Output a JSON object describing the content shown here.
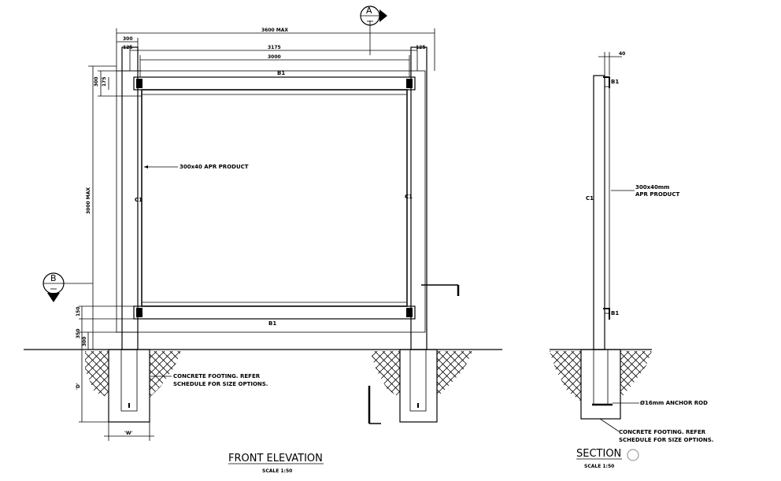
{
  "front_elevation": {
    "title": "FRONT ELEVATION",
    "scale": "SCALE 1:50",
    "dim_overall_width": "3600 MAX",
    "dim_post_centres": "3175",
    "dim_panel_width": "3000",
    "dim_post_width": "300",
    "dim_left_offset": "125",
    "dim_right_offset": "125",
    "dim_overall_height": "3000 MAX",
    "dim_top_1": "300",
    "dim_top_2": "175",
    "dim_bottom_1": "150",
    "dim_bottom_2": "350",
    "dim_bottom_3": "300",
    "dim_footing_depth": "'D'",
    "dim_footing_width": "'W'",
    "beam_label_top": "B1",
    "beam_label_bottom": "B1",
    "column_label_left": "C1",
    "column_label_right": "C1",
    "panel_note": "300x40 APR PRODUCT",
    "footing_note_line1": "CONCRETE FOOTING. REFER",
    "footing_note_line2": "SCHEDULE FOR SIZE OPTIONS.",
    "section_marker_a": "A",
    "section_marker_b": "B"
  },
  "section": {
    "title": "SECTION",
    "scale": "SCALE 1:50",
    "dim_thickness": "40",
    "beam_label_top": "B1",
    "beam_label_bottom": "B1",
    "column_label": "C1",
    "panel_note_line1": "300x40mm",
    "panel_note_line2": "APR PRODUCT",
    "anchor_note": "Ø16mm ANCHOR ROD",
    "footing_note_line1": "CONCRETE FOOTING. REFER",
    "footing_note_line2": "SCHEDULE FOR SIZE OPTIONS."
  }
}
